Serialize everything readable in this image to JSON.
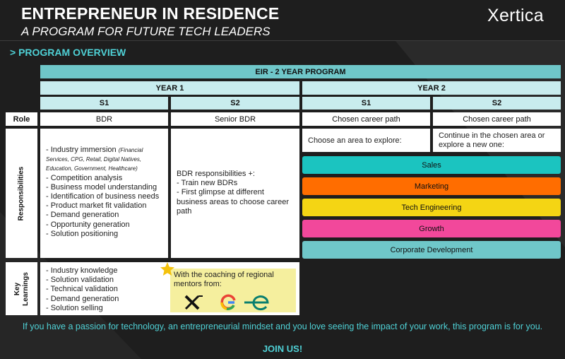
{
  "header": {
    "title": "ENTREPRENEUR IN RESIDENCE",
    "subtitle": "A PROGRAM FOR FUTURE TECH LEADERS",
    "logo_text": "Xertica"
  },
  "section_title": "> PROGRAM OVERVIEW",
  "table": {
    "program_label": "EIR - 2 YEAR PROGRAM",
    "year1": "YEAR 1",
    "year2": "YEAR 2",
    "semesters": [
      "S1",
      "S2",
      "S1",
      "S2"
    ],
    "role_label": "Role",
    "roles": [
      "BDR",
      "Senior BDR",
      "Chosen career path",
      "Chosen career path"
    ],
    "responsibilities_label": "Responsibilities",
    "y1s1_responsibilities": {
      "first_item": "- Industry immersion ",
      "first_item_note": "(Financial Services, CPG, Retail, Digital Natives, Education, Government, Healthcare)",
      "items": [
        "- Competition analysis",
        "- Business model understanding",
        "- Identification of business needs",
        "- Product market fit validation",
        "- Demand generation",
        "- Opportunity generation",
        "- Solution positioning"
      ]
    },
    "y1s2_responsibilities": {
      "intro": "BDR responsibilities +:",
      "items": [
        "- Train new BDRs",
        "- First glimpse at different business areas to choose career path"
      ]
    },
    "y2s1_prompt": "Choose an area to explore:",
    "y2s2_prompt": "Continue in the chosen area or explore a new one:",
    "areas": [
      {
        "label": "Sales",
        "color": "#1bc4c0"
      },
      {
        "label": "Marketing",
        "color": "#ff6d00"
      },
      {
        "label": "Tech Engineering",
        "color": "#f4d514"
      },
      {
        "label": "Growth",
        "color": "#f2489b"
      },
      {
        "label": "Corporate Development",
        "color": "#6fc7c9"
      }
    ],
    "key_learnings_label": "Key Learnings",
    "key_learnings": [
      "- Industry knowledge",
      "- Solution validation",
      "- Technical validation",
      "- Demand generation",
      "- Solution selling"
    ],
    "coaching_text": "With the coaching of regional mentors from:",
    "mentor_logos": [
      "x-logo-icon",
      "google-logo-icon",
      "e-logo-icon"
    ]
  },
  "footer": {
    "text": "If you have a passion for technology, an entrepreneurial mindset and you love seeing the impact of your work, this program is for you.",
    "cta": "JOIN US!"
  },
  "colors": {
    "accent": "#4fd1d6",
    "header_bar": "#6fc7c9",
    "light_bar": "#c8ecee"
  }
}
